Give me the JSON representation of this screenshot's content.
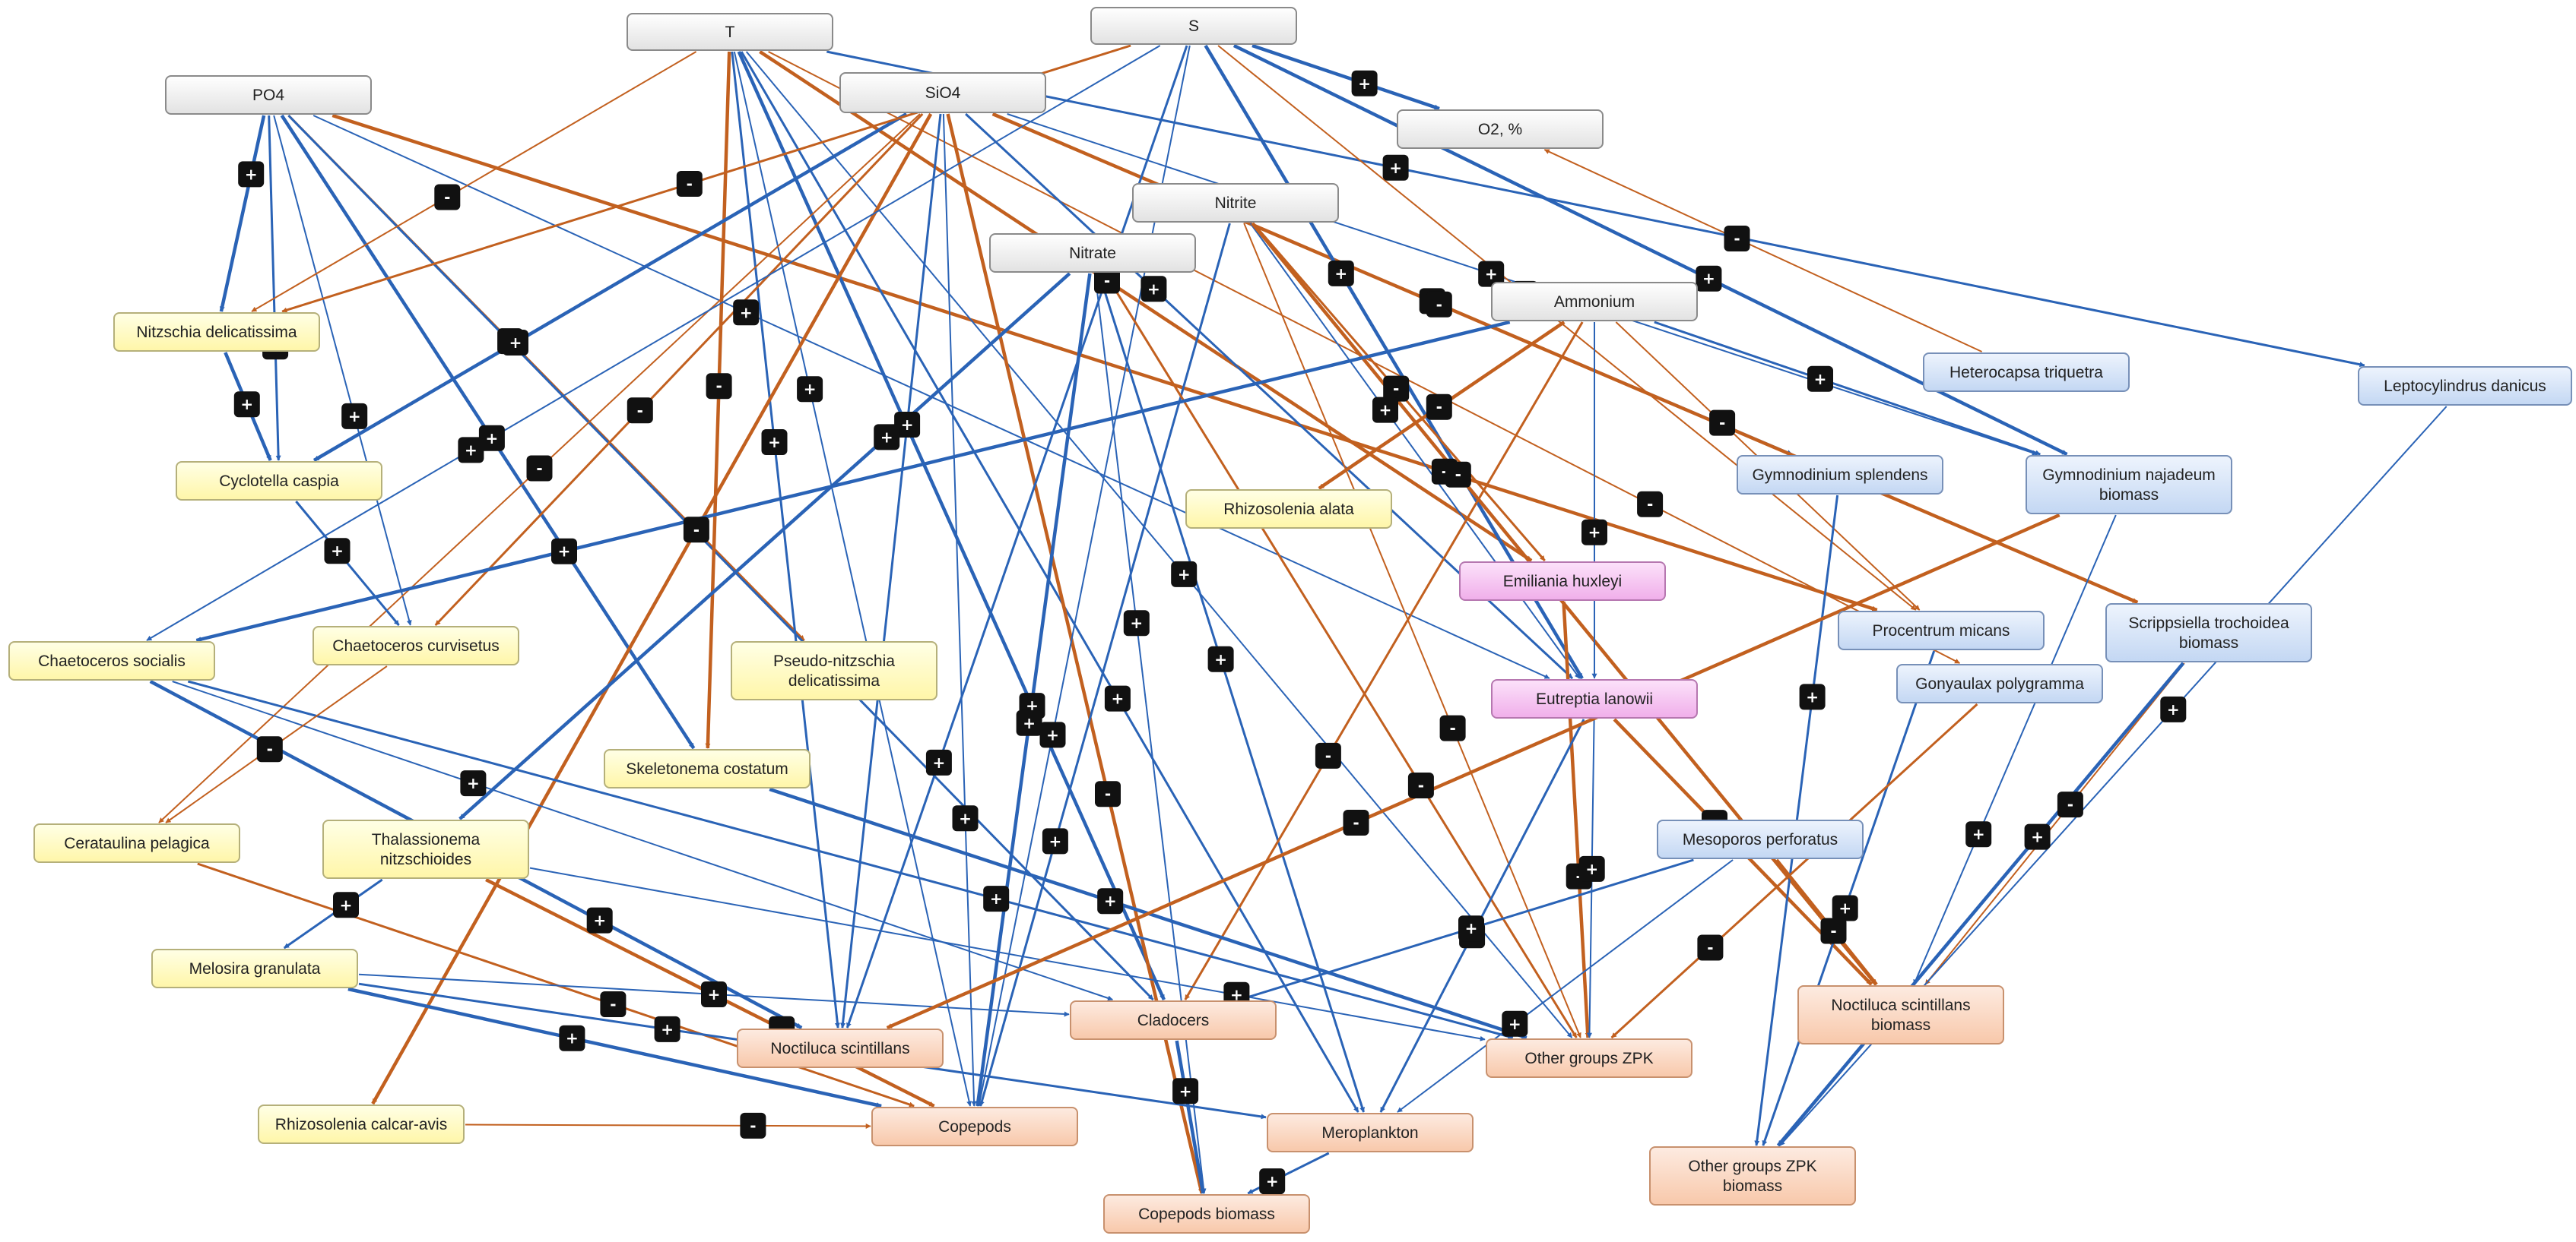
{
  "colors": {
    "positive_edge": "#2a63b6",
    "negative_edge": "#c2601f",
    "env_fill": "#eeeeee",
    "env_stroke": "#8a8a8a",
    "diatom_fill": "#ffffcc",
    "diatom_stroke": "#b5b07a",
    "dino_fill": "#d5e4f8",
    "dino_stroke": "#7790b8",
    "pink_fill": "#f6c6f2",
    "pink_stroke": "#b677b0",
    "zoo_fill": "#fcd9c4",
    "zoo_stroke": "#c8916e",
    "sign_fill": "#111111"
  },
  "nodes": [
    {
      "id": "T",
      "label": "T",
      "group": "env"
    },
    {
      "id": "S",
      "label": "S",
      "group": "env"
    },
    {
      "id": "PO4",
      "label": "PO4",
      "group": "env"
    },
    {
      "id": "SiO4",
      "label": "SiO4",
      "group": "env"
    },
    {
      "id": "O2",
      "label": "O2, %",
      "group": "env"
    },
    {
      "id": "Nitrite",
      "label": "Nitrite",
      "group": "env"
    },
    {
      "id": "Nitrate",
      "label": "Nitrate",
      "group": "env"
    },
    {
      "id": "Ammonium",
      "label": "Ammonium",
      "group": "env"
    },
    {
      "id": "NitzDel",
      "label": "Nitzschia delicatissima",
      "group": "diatom"
    },
    {
      "id": "Cyclotella",
      "label": "Cyclotella caspia",
      "group": "diatom"
    },
    {
      "id": "RhizAlata",
      "label": "Rhizosolenia alata",
      "group": "diatom"
    },
    {
      "id": "ChaetSoc",
      "label": "Chaetoceros socialis",
      "group": "diatom"
    },
    {
      "id": "ChaetCurv",
      "label": "Chaetoceros curvisetus",
      "group": "diatom"
    },
    {
      "id": "PseudoNitz",
      "label": "Pseudo-nitzschia\ndelicatissima",
      "group": "diatom"
    },
    {
      "id": "Skeleton",
      "label": "Skeletonema costatum",
      "group": "diatom"
    },
    {
      "id": "Cerataulina",
      "label": "Cerataulina pelagica",
      "group": "diatom"
    },
    {
      "id": "Thalass",
      "label": "Thalassionema\nnitzschioides",
      "group": "diatom"
    },
    {
      "id": "Melosira",
      "label": "Melosira granulata",
      "group": "diatom"
    },
    {
      "id": "RhizCalcar",
      "label": "Rhizosolenia calcar-avis",
      "group": "diatom"
    },
    {
      "id": "Emiliania",
      "label": "Emiliania huxleyi",
      "group": "pink"
    },
    {
      "id": "Eutreptia",
      "label": "Eutreptia lanowii",
      "group": "pink"
    },
    {
      "id": "Heterocapsa",
      "label": "Heterocapsa triquetra",
      "group": "dino"
    },
    {
      "id": "Leptocyl",
      "label": "Leptocylindrus danicus",
      "group": "dino"
    },
    {
      "id": "GymSplend",
      "label": "Gymnodinium splendens",
      "group": "dino"
    },
    {
      "id": "GymNaj",
      "label": "Gymnodinium najadeum\nbiomass",
      "group": "dino"
    },
    {
      "id": "Procentrum",
      "label": "Procentrum micans",
      "group": "dino"
    },
    {
      "id": "Scripps",
      "label": "Scrippsiella trochoidea\nbiomass",
      "group": "dino"
    },
    {
      "id": "Gonyaulax",
      "label": "Gonyaulax polygramma",
      "group": "dino"
    },
    {
      "id": "Mesoporos",
      "label": "Mesoporos perforatus",
      "group": "dino"
    },
    {
      "id": "NoctSc",
      "label": "Noctiluca scintillans",
      "group": "zoo"
    },
    {
      "id": "Cladocers",
      "label": "Cladocers",
      "group": "zoo"
    },
    {
      "id": "OtherZPK",
      "label": "Other groups ZPK",
      "group": "zoo"
    },
    {
      "id": "NoctBio",
      "label": "Noctiluca scintillans\nbiomass",
      "group": "zoo"
    },
    {
      "id": "Copepods",
      "label": "Copepods",
      "group": "zoo"
    },
    {
      "id": "Meroplankton",
      "label": "Meroplankton",
      "group": "zoo"
    },
    {
      "id": "OtherZPKBio",
      "label": "Other groups ZPK\nbiomass",
      "group": "zoo"
    },
    {
      "id": "CopepodsBio",
      "label": "Copepods biomass",
      "group": "zoo"
    }
  ],
  "edges": [
    {
      "from": "PO4",
      "to": "NitzDel",
      "sign": "+"
    },
    {
      "from": "PO4",
      "to": "Cyclotella",
      "sign": "+"
    },
    {
      "from": "PO4",
      "to": "ChaetCurv",
      "sign": "+"
    },
    {
      "from": "PO4",
      "to": "Skeleton",
      "sign": "+"
    },
    {
      "from": "PO4",
      "to": "PseudoNitz",
      "sign": "-"
    },
    {
      "from": "PO4",
      "to": "Eutreptia",
      "sign": "+"
    },
    {
      "from": "PO4",
      "to": "Procentrum",
      "sign": "-"
    },
    {
      "from": "PO4",
      "to": "Cladocers",
      "sign": "+"
    },
    {
      "from": "T",
      "to": "NitzDel",
      "sign": "-"
    },
    {
      "from": "T",
      "to": "Skeleton",
      "sign": "-"
    },
    {
      "from": "T",
      "to": "NoctSc",
      "sign": "+"
    },
    {
      "from": "T",
      "to": "Copepods",
      "sign": "+"
    },
    {
      "from": "T",
      "to": "Cladocers",
      "sign": "+"
    },
    {
      "from": "T",
      "to": "Meroplankton",
      "sign": "+"
    },
    {
      "from": "T",
      "to": "OtherZPK",
      "sign": "+"
    },
    {
      "from": "T",
      "to": "Emiliania",
      "sign": "-"
    },
    {
      "from": "T",
      "to": "Leptocyl",
      "sign": "+"
    },
    {
      "from": "T",
      "to": "Gonyaulax",
      "sign": "-"
    },
    {
      "from": "SiO4",
      "to": "Cyclotella",
      "sign": "+"
    },
    {
      "from": "SiO4",
      "to": "ChaetCurv",
      "sign": "-"
    },
    {
      "from": "SiO4",
      "to": "Cerataulina",
      "sign": "-"
    },
    {
      "from": "SiO4",
      "to": "RhizCalcar",
      "sign": "-"
    },
    {
      "from": "SiO4",
      "to": "NoctSc",
      "sign": "+"
    },
    {
      "from": "SiO4",
      "to": "Copepods",
      "sign": "+"
    },
    {
      "from": "SiO4",
      "to": "CopepodsBio",
      "sign": "-"
    },
    {
      "from": "SiO4",
      "to": "GymSplend",
      "sign": "+"
    },
    {
      "from": "SiO4",
      "to": "GymNaj",
      "sign": "+"
    },
    {
      "from": "SiO4",
      "to": "Scripps",
      "sign": "-"
    },
    {
      "from": "SiO4",
      "to": "Eutreptia",
      "sign": "+"
    },
    {
      "from": "S",
      "to": "ChaetSoc",
      "sign": "+"
    },
    {
      "from": "S",
      "to": "O2",
      "sign": "+"
    },
    {
      "from": "S",
      "to": "NitzDel",
      "sign": "-"
    },
    {
      "from": "S",
      "to": "Procentrum",
      "sign": "-"
    },
    {
      "from": "S",
      "to": "Eutreptia",
      "sign": "+"
    },
    {
      "from": "S",
      "to": "NoctSc",
      "sign": "+"
    },
    {
      "from": "S",
      "to": "Copepods",
      "sign": "+"
    },
    {
      "from": "S",
      "to": "GymNaj",
      "sign": "+"
    },
    {
      "from": "Nitrite",
      "to": "Emiliania",
      "sign": "-"
    },
    {
      "from": "Nitrite",
      "to": "Eutreptia",
      "sign": "+"
    },
    {
      "from": "Nitrite",
      "to": "NoctBio",
      "sign": "-"
    },
    {
      "from": "Nitrite",
      "to": "Copepods",
      "sign": "+"
    },
    {
      "from": "Nitrite",
      "to": "OtherZPK",
      "sign": "-"
    },
    {
      "from": "Nitrate",
      "to": "Copepods",
      "sign": "+"
    },
    {
      "from": "Nitrate",
      "to": "Meroplankton",
      "sign": "+"
    },
    {
      "from": "Nitrate",
      "to": "CopepodsBio",
      "sign": "+"
    },
    {
      "from": "Nitrate",
      "to": "Thalass",
      "sign": "+"
    },
    {
      "from": "Nitrate",
      "to": "OtherZPK",
      "sign": "-"
    },
    {
      "from": "Ammonium",
      "to": "Eutreptia",
      "sign": "+"
    },
    {
      "from": "Ammonium",
      "to": "RhizAlata",
      "sign": "-"
    },
    {
      "from": "Ammonium",
      "to": "GymNaj",
      "sign": "+"
    },
    {
      "from": "Ammonium",
      "to": "Procentrum",
      "sign": "-"
    },
    {
      "from": "Ammonium",
      "to": "ChaetSoc",
      "sign": "+"
    },
    {
      "from": "Ammonium",
      "to": "Cladocers",
      "sign": "-"
    },
    {
      "from": "Heterocapsa",
      "to": "O2",
      "sign": "-"
    },
    {
      "from": "NitzDel",
      "to": "Cyclotella",
      "sign": "+"
    },
    {
      "from": "Cyclotella",
      "to": "ChaetCurv",
      "sign": "+"
    },
    {
      "from": "ChaetSoc",
      "to": "Cladocers",
      "sign": "+"
    },
    {
      "from": "ChaetSoc",
      "to": "NoctSc",
      "sign": "+"
    },
    {
      "from": "ChaetSoc",
      "to": "OtherZPK",
      "sign": "+"
    },
    {
      "from": "ChaetCurv",
      "to": "Cerataulina",
      "sign": "-"
    },
    {
      "from": "Skeleton",
      "to": "OtherZPK",
      "sign": "+"
    },
    {
      "from": "Thalass",
      "to": "Melosira",
      "sign": "+"
    },
    {
      "from": "Thalass",
      "to": "OtherZPK",
      "sign": "+"
    },
    {
      "from": "Thalass",
      "to": "Copepods",
      "sign": "-"
    },
    {
      "from": "Cerataulina",
      "to": "Copepods",
      "sign": "-"
    },
    {
      "from": "Melosira",
      "to": "Cladocers",
      "sign": "+"
    },
    {
      "from": "Melosira",
      "to": "Copepods",
      "sign": "+"
    },
    {
      "from": "Melosira",
      "to": "Meroplankton",
      "sign": "+"
    },
    {
      "from": "RhizCalcar",
      "to": "Copepods",
      "sign": "-"
    },
    {
      "from": "Emiliania",
      "to": "OtherZPK",
      "sign": "-"
    },
    {
      "from": "Eutreptia",
      "to": "Meroplankton",
      "sign": "+"
    },
    {
      "from": "Eutreptia",
      "to": "OtherZPK",
      "sign": "+"
    },
    {
      "from": "Eutreptia",
      "to": "NoctBio",
      "sign": "-"
    },
    {
      "from": "GymSplend",
      "to": "OtherZPKBio",
      "sign": "+"
    },
    {
      "from": "GymNaj",
      "to": "NoctBio",
      "sign": "+"
    },
    {
      "from": "GymNaj",
      "to": "NoctSc",
      "sign": "-"
    },
    {
      "from": "Procentrum",
      "to": "OtherZPKBio",
      "sign": "+"
    },
    {
      "from": "Scripps",
      "to": "NoctBio",
      "sign": "-"
    },
    {
      "from": "Scripps",
      "to": "OtherZPKBio",
      "sign": "+"
    },
    {
      "from": "Gonyaulax",
      "to": "OtherZPK",
      "sign": "-"
    },
    {
      "from": "Mesoporos",
      "to": "Meroplankton",
      "sign": "+"
    },
    {
      "from": "Mesoporos",
      "to": "NoctBio",
      "sign": "-"
    },
    {
      "from": "Mesoporos",
      "to": "Cladocers",
      "sign": "+"
    },
    {
      "from": "Leptocyl",
      "to": "OtherZPKBio",
      "sign": "+"
    },
    {
      "from": "Cladocers",
      "to": "CopepodsBio",
      "sign": "+"
    },
    {
      "from": "Meroplankton",
      "to": "CopepodsBio",
      "sign": "+"
    }
  ]
}
